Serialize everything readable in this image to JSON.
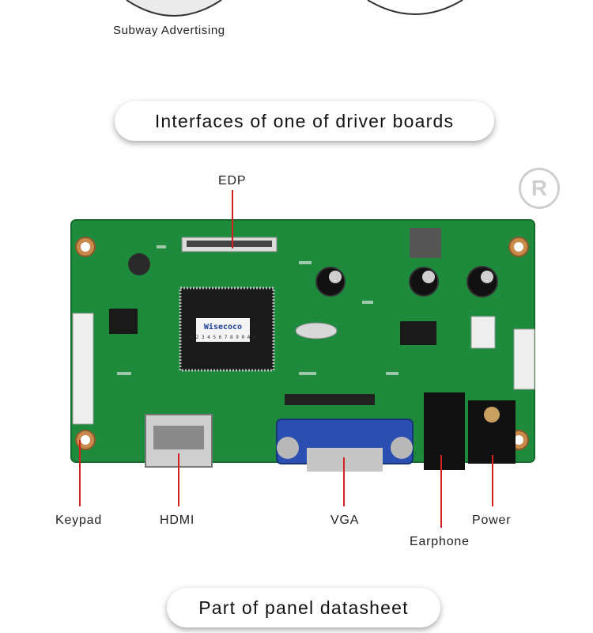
{
  "top_caption": "Subway Advertising",
  "section1_title": "Interfaces of one of driver boards",
  "chip_brand": "Wisecoco",
  "chip_digits": "1 2 3 4 5 6 7 8 9 0 A B",
  "callouts": {
    "edp": "EDP",
    "keypad": "Keypad",
    "hdmi": "HDMI",
    "vga": "VGA",
    "power": "Power",
    "earphone": "Earphone"
  },
  "section2_title": "Part of panel datasheet",
  "registered_mark": "R",
  "colors": {
    "pcb": "#1e8a3c",
    "leader": "#d42020",
    "vga": "#2b4fb0"
  }
}
